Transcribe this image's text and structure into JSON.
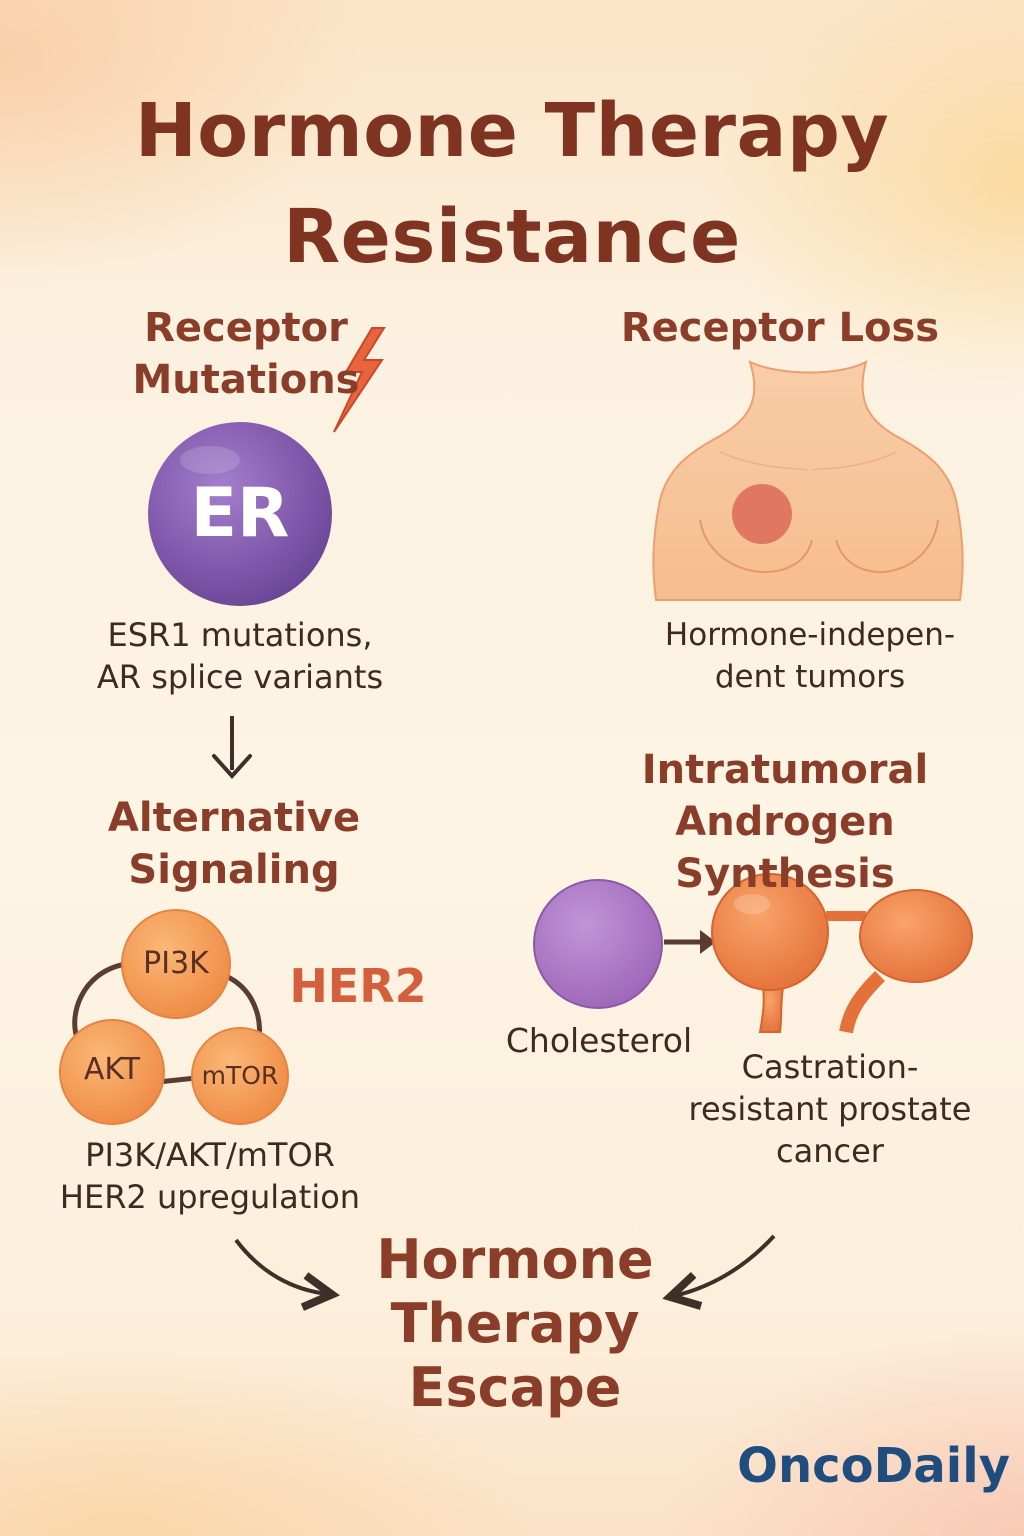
{
  "title": "Hormone Therapy Resistance",
  "sections": {
    "receptor_mutations": {
      "heading": "Receptor\nMutations",
      "badge": "ER",
      "description": "ESR1 mutations,\nAR splice variants"
    },
    "receptor_loss": {
      "heading": "Receptor Loss",
      "description": "Hormone-indepen-\ndent tumors"
    },
    "alternative_signaling": {
      "heading": "Alternative\nSignaling",
      "nodes": [
        "PI3K",
        "AKT",
        "mTOR"
      ],
      "her2_label": "HER2",
      "description": "PI3K/AKT/mTOR\nHER2 upregulation"
    },
    "androgen_synthesis": {
      "heading": "Intratumoral\nAndrogen Synthesis",
      "source_label": "Cholesterol",
      "description": "Castration-\nresistant prostate\ncancer"
    }
  },
  "outcome": "Hormone\nTherapy\nEscape",
  "brand": "OncoDaily",
  "colors": {
    "title": "#7e3421",
    "heading": "#8a3d28",
    "er_purple": "#8058ab",
    "node_orange": "#f39a55",
    "her2_red": "#d35f3c",
    "brand_blue": "#1f4d7e"
  },
  "icons": [
    "lightning-icon",
    "arrow-down-icon",
    "curved-arrow-icon"
  ]
}
